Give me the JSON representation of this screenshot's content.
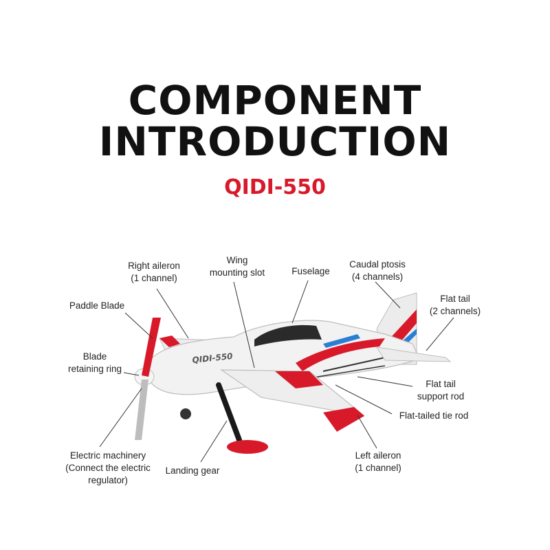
{
  "heading": {
    "line1": "COMPONENT",
    "line2": "INTRODUCTION",
    "model": "QIDI-550"
  },
  "plane": {
    "fuselage_text": "QIDI-550"
  },
  "colors": {
    "accent_red": "#d8192a",
    "title_black": "#111111",
    "body_white": "#f2f2f2",
    "stripe_blue": "#2a7fd4"
  },
  "labels": {
    "right_aileron": [
      "Right aileron",
      "(1 channel)"
    ],
    "wing_slot": [
      "Wing",
      "mounting slot"
    ],
    "fuselage": [
      "Fuselage"
    ],
    "caudal_ptosis": [
      "Caudal ptosis",
      "(4 channels)"
    ],
    "paddle_blade": [
      "Paddle Blade"
    ],
    "flat_tail": [
      "Flat tail",
      "(2 channels)"
    ],
    "blade_ring": [
      "Blade",
      "retaining ring"
    ],
    "tail_support": [
      "Flat tail",
      "support rod"
    ],
    "tie_rod": [
      "Flat-tailed tie rod"
    ],
    "motor": [
      "Electric machinery",
      "(Connect the electric",
      "regulator)"
    ],
    "landing_gear": [
      "Landing gear"
    ],
    "left_aileron": [
      "Left aileron",
      "(1 channel)"
    ]
  }
}
